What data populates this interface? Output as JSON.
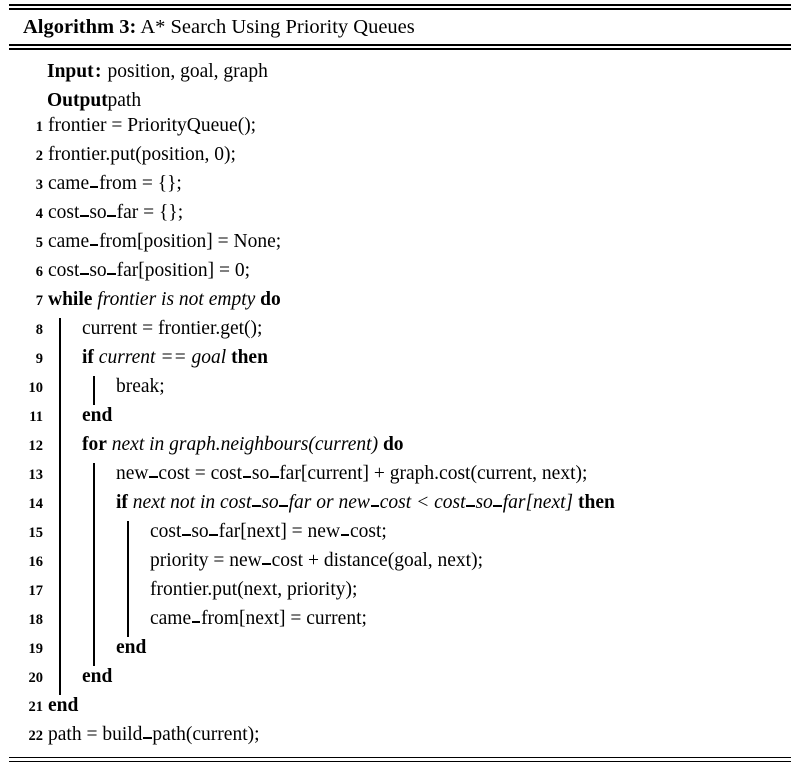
{
  "algorithm": {
    "caption_keyword": "Algorithm 3:",
    "caption_title": "A* Search Using Priority Queues",
    "io": [
      {
        "label": "Input",
        "colon": ":",
        "value": "position, goal, graph"
      },
      {
        "label": "Output",
        "colon": ":",
        "value": "path"
      }
    ],
    "lines": [
      {
        "n": "1",
        "depth": 0,
        "text": "frontier = PriorityQueue();"
      },
      {
        "n": "2",
        "depth": 0,
        "text": "frontier.put(position, 0);"
      },
      {
        "n": "3",
        "depth": 0,
        "text": "came_from = {};"
      },
      {
        "n": "4",
        "depth": 0,
        "text": "cost_so_far = {};"
      },
      {
        "n": "5",
        "depth": 0,
        "text": "came_from[position] = None;"
      },
      {
        "n": "6",
        "depth": 0,
        "text": "cost_so_far[position] = 0;"
      },
      {
        "n": "7",
        "depth": 0,
        "text": "while frontier is not empty do"
      },
      {
        "n": "8",
        "depth": 1,
        "text": "current = frontier.get();"
      },
      {
        "n": "9",
        "depth": 1,
        "text": "if current == goal then"
      },
      {
        "n": "10",
        "depth": 2,
        "text": "break;"
      },
      {
        "n": "11",
        "depth": 1,
        "text": "end"
      },
      {
        "n": "12",
        "depth": 1,
        "text": "for next in graph.neighbours(current) do"
      },
      {
        "n": "13",
        "depth": 2,
        "text": "new_cost = cost_so_far[current] + graph.cost(current, next);"
      },
      {
        "n": "14",
        "depth": 2,
        "text": "if next not in cost_so_far or new_cost < cost_so_far[next] then"
      },
      {
        "n": "15",
        "depth": 3,
        "text": "cost_so_far[next] = new_cost;"
      },
      {
        "n": "16",
        "depth": 3,
        "text": "priority = new_cost + distance(goal, next);"
      },
      {
        "n": "17",
        "depth": 3,
        "text": "frontier.put(next, priority);"
      },
      {
        "n": "18",
        "depth": 3,
        "text": "came_from[next] = current;"
      },
      {
        "n": "19",
        "depth": 2,
        "text": "end"
      },
      {
        "n": "20",
        "depth": 1,
        "text": "end"
      },
      {
        "n": "21",
        "depth": 0,
        "text": "end"
      },
      {
        "n": "22",
        "depth": 0,
        "text": "path = build_path(current);"
      }
    ],
    "keywords_bold": [
      "while",
      "do",
      "if",
      "then",
      "end",
      "for"
    ],
    "italic_spans": [
      "frontier is not empty",
      "current == goal",
      "next in graph.neighbours(current)",
      "next not in cost_so_far or new_cost < cost_so_far[next]"
    ]
  }
}
